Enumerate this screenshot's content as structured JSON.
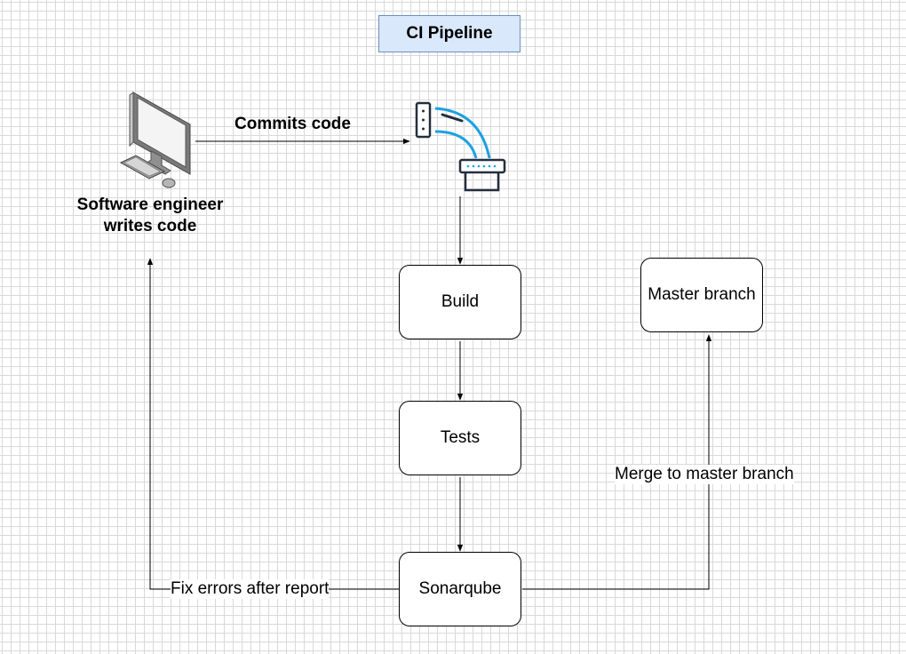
{
  "title": "CI Pipeline",
  "nodes": {
    "engineer": {
      "label_line1": "Software engineer",
      "label_line2": "writes code",
      "icon": "computer-icon"
    },
    "repo": {
      "icon": "git-repository-icon"
    },
    "build": "Build",
    "tests": "Tests",
    "sonarqube": "Sonarqube",
    "master": "Master branch"
  },
  "edges": {
    "commit": "Commits code",
    "fix": "Fix errors after report",
    "merge": "Merge to master branch"
  },
  "colors": {
    "title_fill": "#dae8fc",
    "title_stroke": "#6c8ebf",
    "icon_dark": "#232f3e",
    "icon_accent": "#1ba1e2",
    "grid": "#d9d9d9"
  }
}
